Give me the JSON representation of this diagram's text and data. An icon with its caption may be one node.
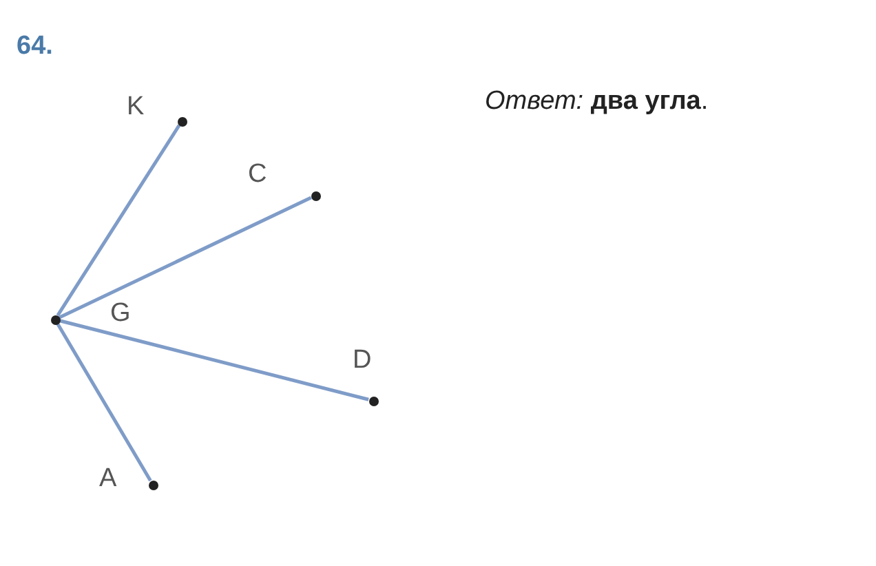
{
  "diagram": {
    "title": "64.",
    "nodes": [
      {
        "text": [],
        "shape": "circle",
        "beside": [
          "G"
        ]
      },
      {
        "text": [],
        "shape": "circle",
        "beside": [
          "K"
        ]
      },
      {
        "text": [],
        "shape": "circle",
        "beside": [
          "C"
        ]
      },
      {
        "text": [],
        "shape": "circle",
        "beside": [
          "D"
        ]
      },
      {
        "text": [],
        "shape": "circle",
        "beside": [
          "A"
        ]
      }
    ],
    "edges": [
      {
        "from": 0,
        "to": 1,
        "arrow": "none"
      },
      {
        "from": 0,
        "to": 2,
        "arrow": "none"
      },
      {
        "from": 0,
        "to": 3,
        "arrow": "none"
      },
      {
        "from": 0,
        "to": 4,
        "arrow": "none"
      }
    ],
    "labels": [
      "*Ответ:* **два угла**."
    ]
  }
}
